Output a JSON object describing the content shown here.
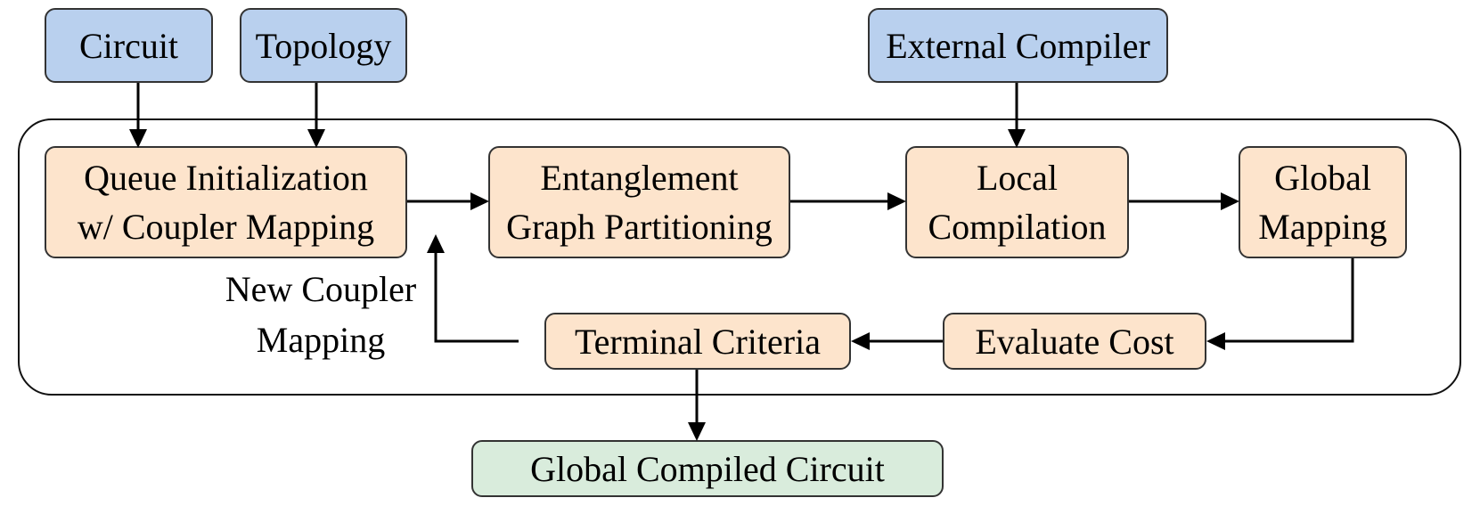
{
  "inputs": {
    "circuit": "Circuit",
    "topology": "Topology",
    "external_compiler": "External Compiler"
  },
  "steps": {
    "queue_init": [
      "Queue Initialization",
      "w/ Coupler Mapping"
    ],
    "entanglement": [
      "Entanglement",
      "Graph Partitioning"
    ],
    "local_compilation": [
      "Local",
      "Compilation"
    ],
    "global_mapping": [
      "Global",
      "Mapping"
    ],
    "evaluate_cost": "Evaluate Cost",
    "terminal_criteria": "Terminal Criteria"
  },
  "feedback_label": [
    "New Coupler",
    "Mapping"
  ],
  "output": "Global Compiled Circuit",
  "colors": {
    "input": "#b9d0ee",
    "process": "#fde4cc",
    "output": "#d9ecdc"
  }
}
